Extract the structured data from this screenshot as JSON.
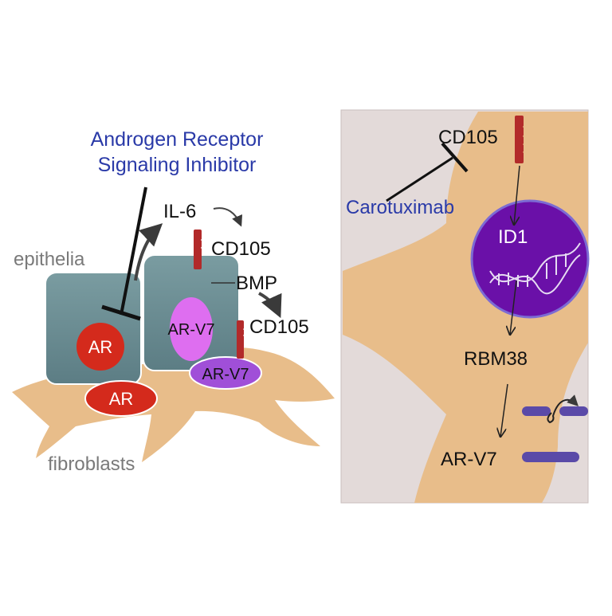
{
  "left_panel": {
    "inhibitor_label_line1": "Androgen Receptor",
    "inhibitor_label_line2": "Signaling Inhibitor",
    "il6_label": "IL-6",
    "cd105_label_top": "CD105",
    "bmp_label": "BMP",
    "cd105_label_mid": "CD105",
    "epithelia_label": "epithelia",
    "fibroblasts_label": "fibroblasts",
    "ar_epithelial_label": "AR",
    "arv7_epithelial_label": "AR-V7",
    "ar_fibroblast_label": "AR",
    "arv7_fibroblast_label": "AR-V7"
  },
  "right_panel": {
    "cd105_label": "CD105",
    "drug_label": "Carotuximab",
    "id1_label": "ID1",
    "rbm38_label": "RBM38",
    "arv7_label": "AR-V7"
  },
  "colors": {
    "inhibitor_text": "#2a3aa8",
    "fibroblast": "#e8bd8a",
    "epithelial_cell": "#6e9096",
    "ar_red": "#d42a1c",
    "arv7_pink": "#de6ef0",
    "arv7_purple": "#a04fd8",
    "cd105_red": "#b22a2a",
    "right_bg": "#e3dad9",
    "nucleus": "#6a10a8",
    "transcript": "#5a4aa8",
    "text_gray": "#7a7a7a"
  }
}
